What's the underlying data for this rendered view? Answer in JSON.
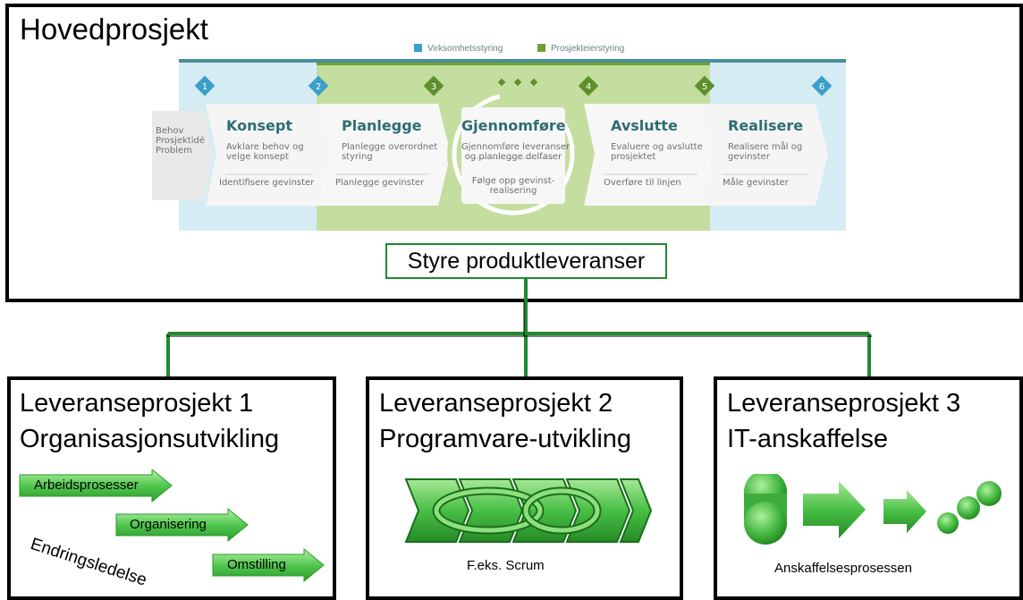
{
  "main": {
    "title": "Hovedprosjekt",
    "legend": [
      {
        "label": "Virksomhetsstyring",
        "color": "#3a9fc9"
      },
      {
        "label": "Prosjekteierstyring",
        "color": "#6fa132"
      }
    ],
    "milestones": [
      "1",
      "2",
      "3",
      "4",
      "5",
      "6"
    ],
    "inputs": "Behov\nProsjektidé\nProblem",
    "phases": [
      {
        "title": "Konsept",
        "desc": "Avklare behov og\nvelge konsept",
        "goal": "Identifisere gevinster"
      },
      {
        "title": "Planlegge",
        "desc": "Planlegge overordnet\nstyring",
        "goal": "Planlegge gevinster"
      },
      {
        "title": "Gjennomføre",
        "desc": "Gjennomføre leveranser\nog planlegge delfaser",
        "goal": "Følge opp gevinst-\nrealisering"
      },
      {
        "title": "Avslutte",
        "desc": "Evaluere og avslutte\nprosjektet",
        "goal": "Overføre til linjen"
      },
      {
        "title": "Realisere",
        "desc": "Realisere mål og\ngevinster",
        "goal": "Måle gevinster"
      }
    ],
    "styre_label": "Styre produktleveranser"
  },
  "subprojects": [
    {
      "title_line1": "Leveranseprosjekt 1",
      "title_line2": "Organisasjonsutvikling",
      "arrows": [
        "Arbeidsprosesser",
        "Organisering",
        "Omstilling"
      ],
      "side_label": "Endringsledelse"
    },
    {
      "title_line1": "Leveranseprosjekt 2",
      "title_line2": "Programvare-utvikling",
      "caption": "F.eks. Scrum"
    },
    {
      "title_line1": "Leveranseprosjekt 3",
      "title_line2": "IT-anskaffelse",
      "caption": "Anskaffelsesprosessen"
    }
  ],
  "colors": {
    "connector": "#1f8a2f",
    "arrow_fill": "#5ccd5c",
    "arrow_dark": "#2b9a2b",
    "phase_blue": "#d6ecf5",
    "phase_green": "#c4de9f",
    "milestone_blue": "#3a9fc9",
    "milestone_green": "#5e8f2a"
  }
}
